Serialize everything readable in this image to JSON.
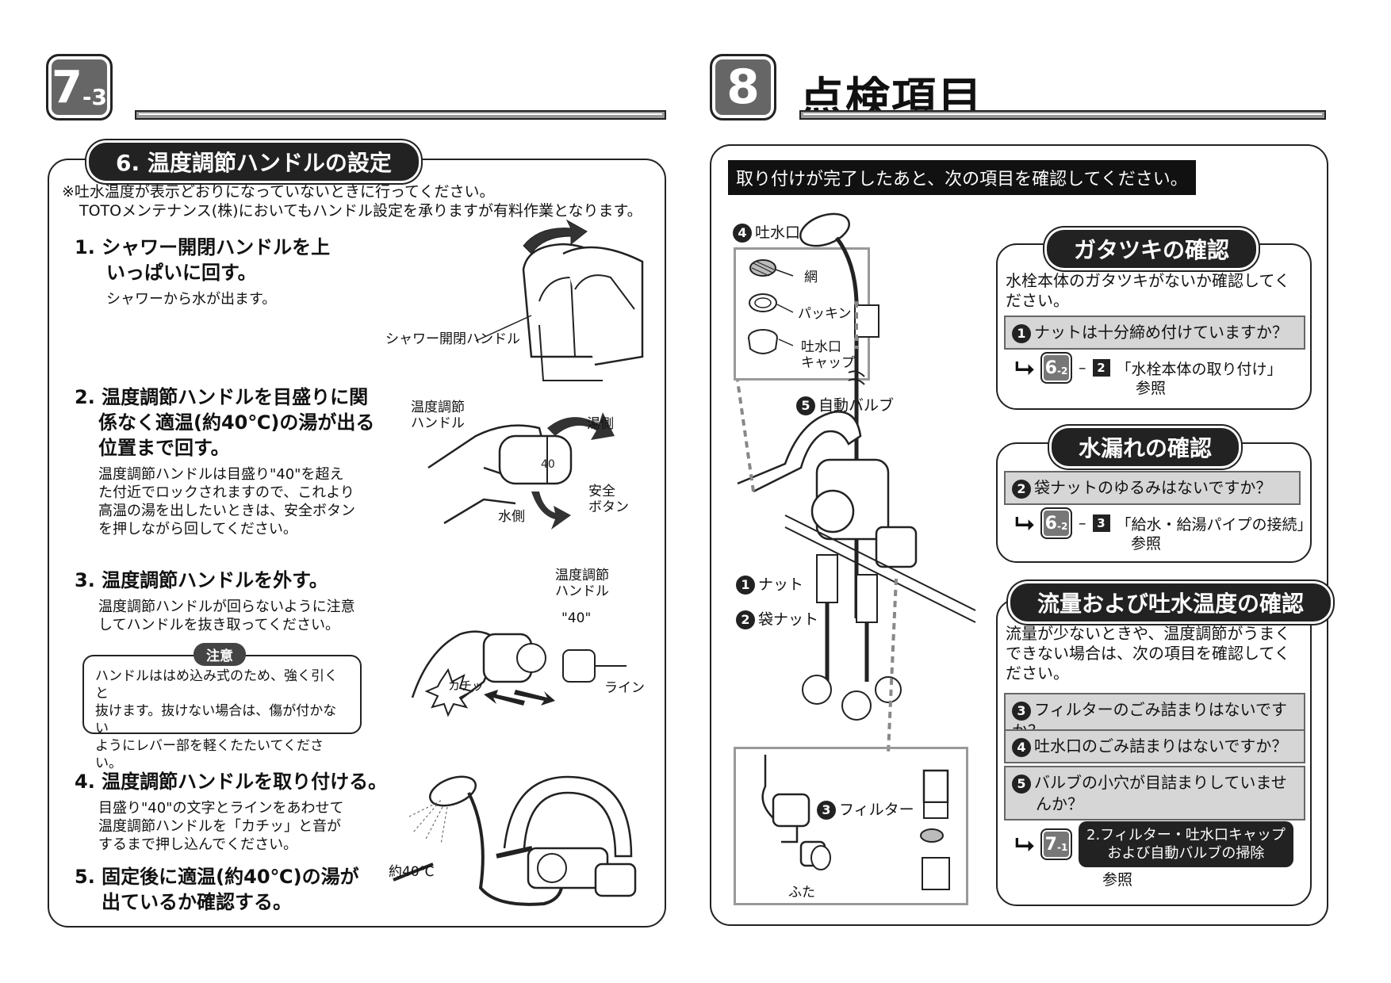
{
  "left": {
    "badge_main": "7",
    "badge_sub": "-3",
    "section_title": "6. 温度調節ハンドルの設定",
    "notes": [
      "※吐水温度が表示どおりになっていないときに行ってください。",
      "TOTOメンテナンス(株)においてもハンドル設定を承りますが有料作業となります。"
    ],
    "steps": [
      {
        "title_lines": [
          "1.  シャワー開閉ハンドルを上",
          "いっぱいに回す。"
        ],
        "body": [
          "シャワーから水が出ます。"
        ]
      },
      {
        "title_lines": [
          "2. 温度調節ハンドルを目盛りに関",
          "係なく適温(約40℃)の湯が出る",
          "位置まで回す。"
        ],
        "body": [
          "温度調節ハンドルは目盛り\"40\"を超え",
          "た付近でロックされますので、これより",
          "高温の湯を出したいときは、安全ボタン",
          "を押しながら回してください。"
        ]
      },
      {
        "title_lines": [
          "3. 温度調節ハンドルを外す。"
        ],
        "body": [
          "温度調節ハンドルが回らないように注意",
          "してハンドルを抜き取ってください。"
        ]
      },
      {
        "title_lines": [
          "4. 温度調節ハンドルを取り付ける。"
        ],
        "body": [
          "目盛り\"40\"の文字とラインをあわせて",
          "温度調節ハンドルを「カチッ」と音が",
          "するまで押し込んでください。"
        ]
      },
      {
        "title_lines": [
          "5.  固定後に適温(約40℃)の湯が",
          "出ているか確認する。"
        ],
        "body": []
      }
    ],
    "caution": {
      "label": "注意",
      "lines": [
        "ハンドルははめ込み式のため、強く引くと",
        "抜けます。抜けない場合は、傷が付かない",
        "ようにレバー部を軽くたたいてください。"
      ]
    },
    "figure_labels": {
      "shower_handle": "シャワー開閉ハンドル",
      "temp_handle": [
        "温度調節",
        "ハンドル"
      ],
      "hot_side": "湯側",
      "cold_side": "水側",
      "safety_button": [
        "安全",
        "ボタン"
      ],
      "temp_handle_3": [
        "温度調節",
        "ハンドル"
      ],
      "mark_40": "\"40\"",
      "click": "カチッ",
      "line": "ライン",
      "approx_temp": "約40℃"
    }
  },
  "right": {
    "badge": "8",
    "page_title": "点検項目",
    "banner": "取り付けが完了したあと、次の項目を確認してください。",
    "diagram_labels": {
      "spout": "吐水口",
      "spout_num": "4",
      "mesh": "網",
      "packing": "パッキン",
      "spout_cap": [
        "吐水口",
        "キャップ"
      ],
      "auto_valve": "自動バルブ",
      "auto_valve_num": "5",
      "nut": "ナット",
      "nut_num": "1",
      "bag_nut": "袋ナット",
      "bag_nut_num": "2",
      "filter": "フィルター",
      "filter_num": "3",
      "lid": "ふた"
    },
    "checks": [
      {
        "title": "ガタツキの確認",
        "desc": [
          "水栓本体のガタツキがないか確認してく",
          "ださい。"
        ],
        "questions": [
          {
            "num": "1",
            "text": "ナットは十分締め付けていますか？"
          }
        ],
        "ref": {
          "badge_main": "6",
          "badge_sub": "-2",
          "sq": "2",
          "text": "「水栓本体の取り付け」",
          "sub": "参照"
        }
      },
      {
        "title": "水漏れの確認",
        "desc": [],
        "questions": [
          {
            "num": "2",
            "text": "袋ナットのゆるみはないですか？"
          }
        ],
        "ref": {
          "badge_main": "6",
          "badge_sub": "-2",
          "sq": "3",
          "text": "「給水・給湯パイプの接続」",
          "sub": "参照"
        }
      },
      {
        "title": "流量および吐水温度の確認",
        "desc": [
          "流量が少ないときや、温度調節がうまく",
          "できない場合は、次の項目を確認してく",
          "ださい。"
        ],
        "questions": [
          {
            "num": "3",
            "text": "フィルターのごみ詰まりはないですか？"
          },
          {
            "num": "4",
            "text": "吐水口のごみ詰まりはないですか？"
          },
          {
            "num": "5",
            "text": "バルブの小穴が目詰まりしていませ",
            "text2": "んか？"
          }
        ],
        "ref": {
          "badge_main": "7",
          "badge_sub": "-1",
          "lines": [
            "2.フィルター・吐水口キャップ",
            "および自動バルブの掃除"
          ],
          "sub": "参照"
        }
      }
    ]
  }
}
